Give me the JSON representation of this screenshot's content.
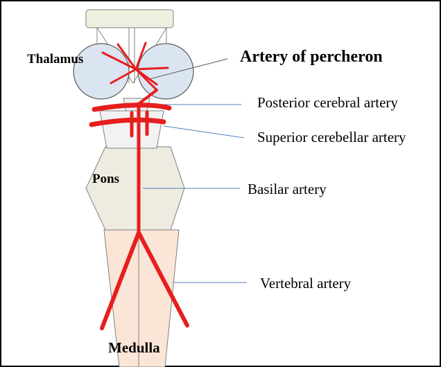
{
  "labels": {
    "thalamus": "Thalamus",
    "artery_of_percheron": "Artery of percheron",
    "posterior_cerebral": "Posterior cerebral artery",
    "superior_cerebellar": "Superior cerebellar artery",
    "pons": "Pons",
    "basilar": "Basilar artery",
    "vertebral": "Vertebral artery",
    "medulla": "Medulla"
  },
  "colors": {
    "artery": "#e61e1e",
    "thalamus_fill": "#dbe5f1",
    "midbrain_fill": "#f2f2f2",
    "pons_fill": "#eeece1",
    "medulla_fill": "#fbe5d6",
    "top_block_fill": "#ebf1de",
    "outline": "#595959",
    "leader_line": "#4f81bd"
  }
}
